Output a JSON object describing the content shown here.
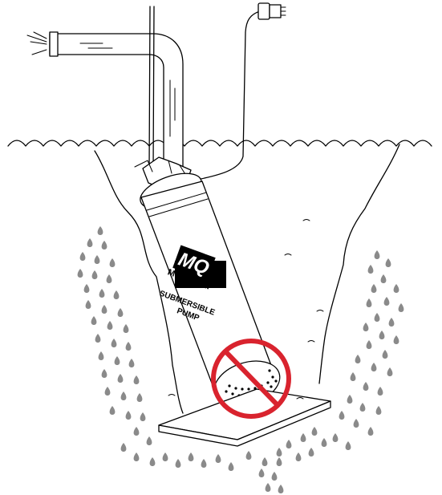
{
  "pump_label": {
    "logo": "MQ",
    "brand": "MULTIQUIP",
    "line1": "SUBMERSIBLE",
    "line2": "PUMP"
  },
  "icons": [
    "discharge-hose",
    "power-cable-plug",
    "submersible-pump",
    "prohibition-sign",
    "water-droplets",
    "support-board"
  ],
  "colors": {
    "prohibition": "#d9232e",
    "droplet": "#8a8a8a",
    "line": "#000000"
  }
}
